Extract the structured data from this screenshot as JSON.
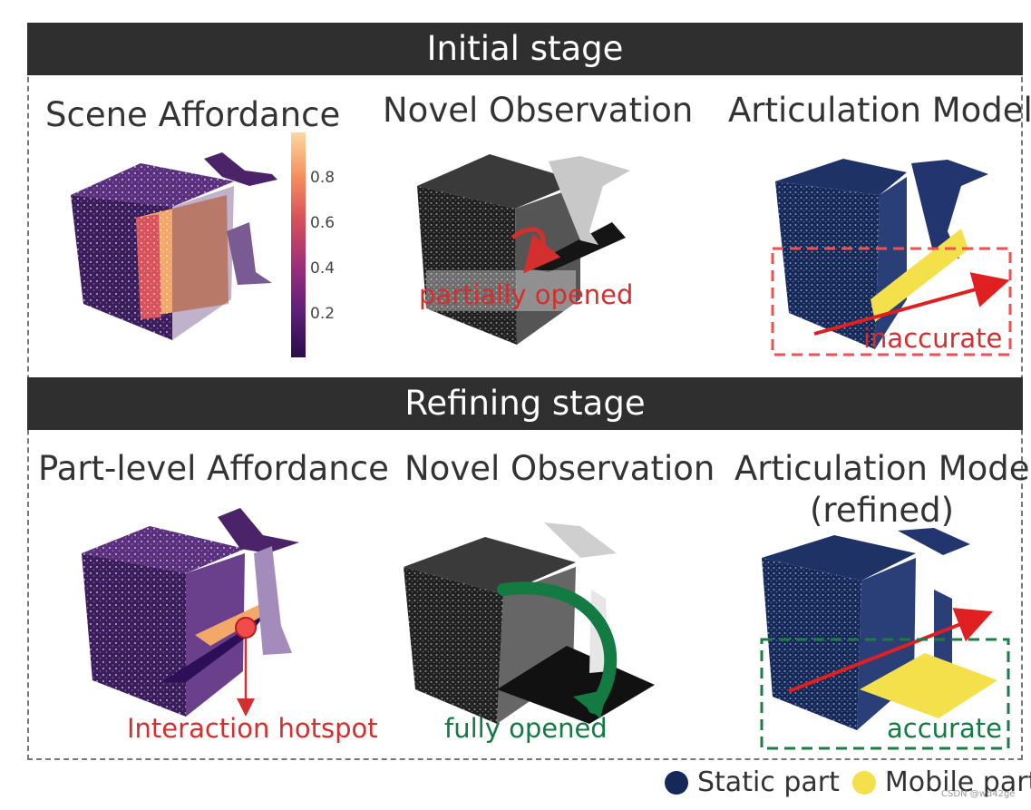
{
  "stages": {
    "initial": "Initial stage",
    "refining": "Refining stage"
  },
  "top_row": {
    "scene_affordance": "Scene Affordance",
    "novel_observation": "Novel Observation",
    "articulation_model": "Articulation Model",
    "colorbar_ticks": [
      "0.8",
      "0.6",
      "0.4",
      "0.2"
    ],
    "partially_opened": "partially opened",
    "inaccurate": "inaccurate"
  },
  "bottom_row": {
    "part_level_affordance": "Part-level Affordance",
    "novel_observation": "Novel Observation",
    "articulation_model_line1": "Articulation Model",
    "articulation_model_line2": "(refined)",
    "interaction_hotspot": "Interaction hotspot",
    "fully_opened": "fully opened",
    "accurate": "accurate"
  },
  "legend": {
    "static_part": "Static part",
    "mobile_part": "Mobile part"
  },
  "watermark": "CSDN @wd42ge",
  "colors": {
    "static": "#14285a",
    "mobile": "#f4e04a",
    "red": "#d32f2f",
    "green": "#137a42",
    "bar": "#2f2f2f"
  }
}
